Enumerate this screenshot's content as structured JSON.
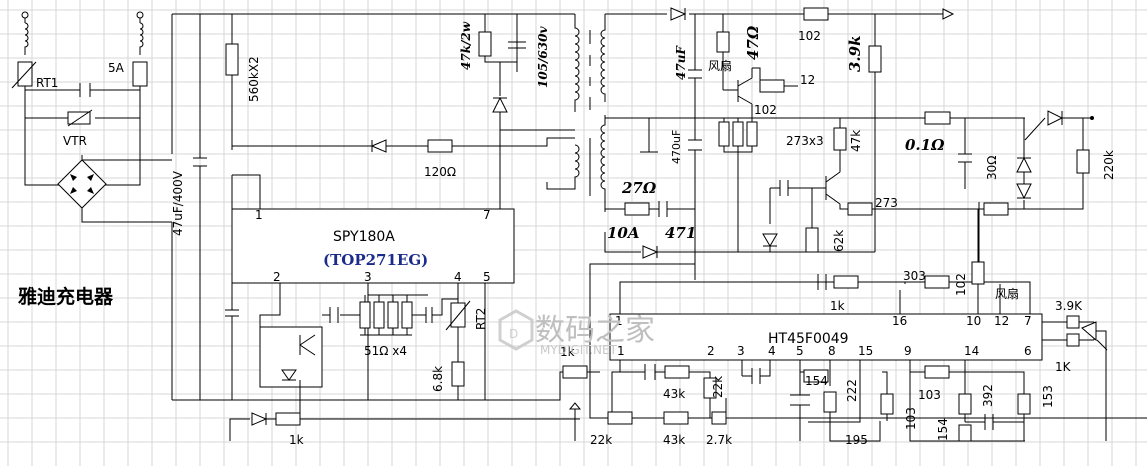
{
  "title": "雅迪充电器",
  "chips": {
    "top": {
      "name": "SPY180A",
      "alt": "(TOP271EG)",
      "pins": [
        "1",
        "7",
        "2",
        "3",
        "4",
        "5"
      ]
    },
    "mcu": {
      "name": "HT45F0049",
      "pins_top": [
        "16",
        "10",
        "12",
        "7"
      ],
      "pins_bottom": [
        "1",
        "2",
        "3",
        "4",
        "5",
        "8",
        "15",
        "9",
        "14",
        "6"
      ],
      "pin_left": "1"
    }
  },
  "labels": {
    "rt1": "RT1",
    "fuse": "5A",
    "vtr": "VTR",
    "cap_main": "47uF/400V",
    "r_560k": "560kX2",
    "r_120": "120Ω",
    "r_47k2w": "47k/2w",
    "c_105": "105/630v",
    "r_68k": "6.8k",
    "rt2": "RT2",
    "r_51": "51Ω x4",
    "r_1k_bottom": "1k",
    "c_47uf": "47uF",
    "r_47ohm": "47Ω",
    "fan1": "风扇",
    "r_102a": "102",
    "n_12": "12",
    "r_102b": "102",
    "c_470uf": "470uF",
    "r_273x3": "273x3",
    "r_47k": "47k",
    "r_273": "273",
    "r_62k": "62k",
    "r_27": "27Ω",
    "d_10a": "10A",
    "c_471": "471",
    "r_39k_a": "3.9k",
    "r_01": "0.1Ω",
    "r_30": "30Ω",
    "r_220k": "220k",
    "r_303": "303",
    "r_102c": "102",
    "fan2": "风扇",
    "r_1k_mid": "1k",
    "r_39k_b": "3.9K",
    "r_1k_a": "1k",
    "r_1k_c": "1K",
    "r_43k_a": "43k",
    "r_22k_a": "22k",
    "r_22k_b": "22k",
    "r_43k_b": "43k",
    "r_27k": "2.7k",
    "c_154a": "154",
    "r_222": "222",
    "r_103a": "103",
    "r_195": "195",
    "r_103b": "103",
    "r_392": "392",
    "r_153": "153",
    "r_154b": "154"
  },
  "watermark": {
    "main": "数码之家",
    "sub": "MYDIGIT.NET"
  }
}
